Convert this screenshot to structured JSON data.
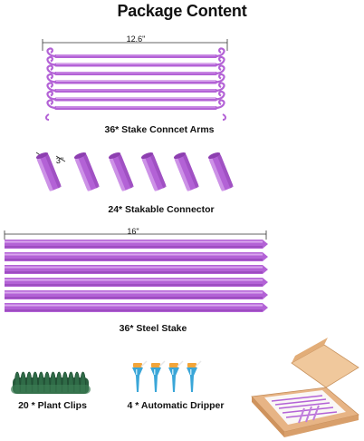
{
  "title": "Package Content",
  "arms": {
    "dimension": "12.6\"",
    "caption": "36* Stake Conncet Arms"
  },
  "connectors": {
    "dimension": "3\"",
    "caption": "24* Stakable Connector"
  },
  "stakes": {
    "dimension": "16\"",
    "caption": "36* Steel  Stake"
  },
  "clips": {
    "caption": "20 * Plant Clips"
  },
  "drippers": {
    "caption": "4 * Automatic Dripper"
  },
  "colors": {
    "purple": "#b362d6",
    "purple_dark": "#8d3fb0",
    "purple_light": "#d9a6ee",
    "green": "#2f6b47",
    "blue": "#3aa6d8",
    "box": "#e9b88b"
  },
  "icons": [
    "plant-clips-image",
    "automatic-dripper-image",
    "package-box-image"
  ]
}
